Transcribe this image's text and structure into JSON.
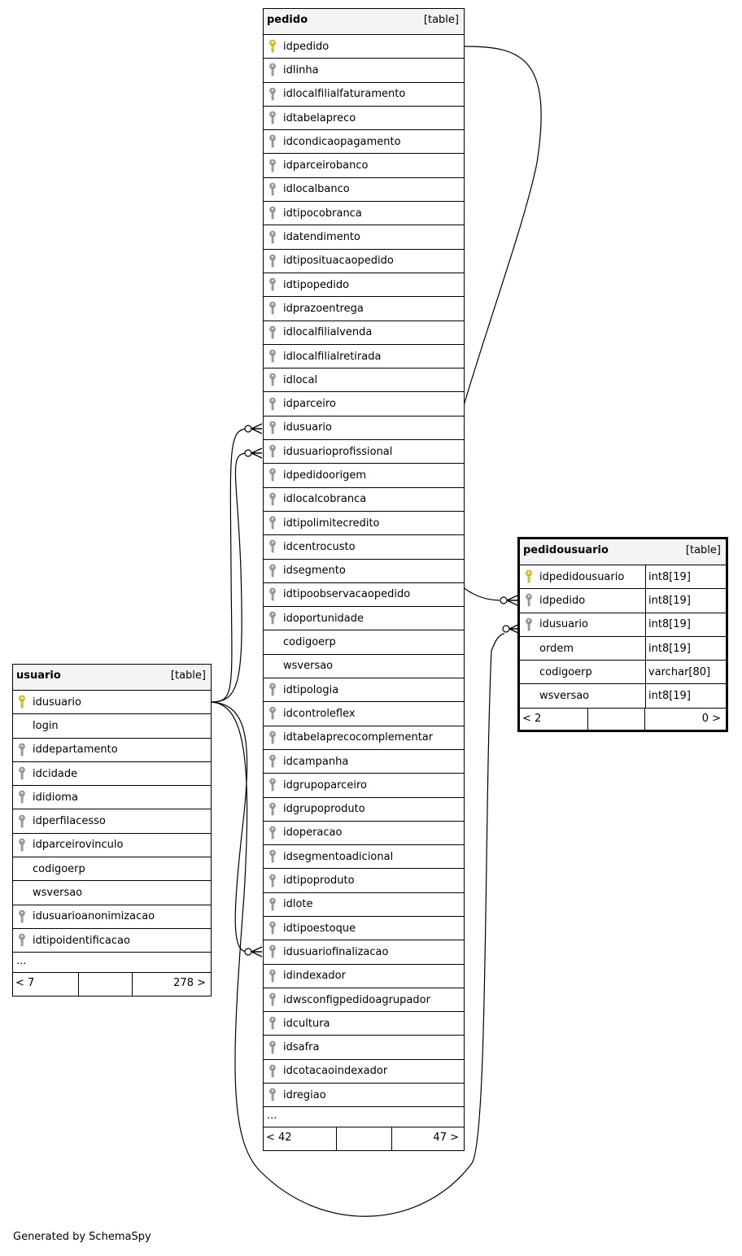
{
  "tables": {
    "pedido": {
      "name": "pedido",
      "kind": "[table]",
      "columns": [
        {
          "name": "idpedido",
          "key": "primary"
        },
        {
          "name": "idlinha",
          "key": "foreign"
        },
        {
          "name": "idlocalfilialfaturamento",
          "key": "foreign"
        },
        {
          "name": "idtabelapreco",
          "key": "foreign"
        },
        {
          "name": "idcondicaopagamento",
          "key": "foreign"
        },
        {
          "name": "idparceirobanco",
          "key": "foreign"
        },
        {
          "name": "idlocalbanco",
          "key": "foreign"
        },
        {
          "name": "idtipocobranca",
          "key": "foreign"
        },
        {
          "name": "idatendimento",
          "key": "foreign"
        },
        {
          "name": "idtiposituacaopedido",
          "key": "foreign"
        },
        {
          "name": "idtipopedido",
          "key": "foreign"
        },
        {
          "name": "idprazoentrega",
          "key": "foreign"
        },
        {
          "name": "idlocalfilialvenda",
          "key": "foreign"
        },
        {
          "name": "idlocalfilialretirada",
          "key": "foreign"
        },
        {
          "name": "idlocal",
          "key": "foreign"
        },
        {
          "name": "idparceiro",
          "key": "foreign"
        },
        {
          "name": "idusuario",
          "key": "foreign"
        },
        {
          "name": "idusuarioprofissional",
          "key": "foreign"
        },
        {
          "name": "idpedidoorigem",
          "key": "foreign"
        },
        {
          "name": "idlocalcobranca",
          "key": "foreign"
        },
        {
          "name": "idtipolimitecredito",
          "key": "foreign"
        },
        {
          "name": "idcentrocusto",
          "key": "foreign"
        },
        {
          "name": "idsegmento",
          "key": "foreign"
        },
        {
          "name": "idtipoobservacaopedido",
          "key": "foreign"
        },
        {
          "name": "idoportunidade",
          "key": "foreign"
        },
        {
          "name": "codigoerp",
          "key": "none"
        },
        {
          "name": "wsversao",
          "key": "none"
        },
        {
          "name": "idtipologia",
          "key": "foreign"
        },
        {
          "name": "idcontroleflex",
          "key": "foreign"
        },
        {
          "name": "idtabelaprecocomplementar",
          "key": "foreign"
        },
        {
          "name": "idcampanha",
          "key": "foreign"
        },
        {
          "name": "idgrupoparceiro",
          "key": "foreign"
        },
        {
          "name": "idgrupoproduto",
          "key": "foreign"
        },
        {
          "name": "idoperacao",
          "key": "foreign"
        },
        {
          "name": "idsegmentoadicional",
          "key": "foreign"
        },
        {
          "name": "idtipoproduto",
          "key": "foreign"
        },
        {
          "name": "idlote",
          "key": "foreign"
        },
        {
          "name": "idtipoestoque",
          "key": "foreign"
        },
        {
          "name": "idusuariofinalizacao",
          "key": "foreign"
        },
        {
          "name": "idindexador",
          "key": "foreign"
        },
        {
          "name": "idwsconfigpedidoagrupador",
          "key": "foreign"
        },
        {
          "name": "idcultura",
          "key": "foreign"
        },
        {
          "name": "idsafra",
          "key": "foreign"
        },
        {
          "name": "idcotacaoindexador",
          "key": "foreign"
        },
        {
          "name": "idregiao",
          "key": "foreign"
        }
      ],
      "more": "...",
      "footer": {
        "left": "< 42",
        "mid": "",
        "right": "47 >"
      }
    },
    "usuario": {
      "name": "usuario",
      "kind": "[table]",
      "columns": [
        {
          "name": "idusuario",
          "key": "primary"
        },
        {
          "name": "login",
          "key": "none"
        },
        {
          "name": "iddepartamento",
          "key": "foreign"
        },
        {
          "name": "idcidade",
          "key": "foreign"
        },
        {
          "name": "ididioma",
          "key": "foreign"
        },
        {
          "name": "idperfilacesso",
          "key": "foreign"
        },
        {
          "name": "idparceirovinculo",
          "key": "foreign"
        },
        {
          "name": "codigoerp",
          "key": "none"
        },
        {
          "name": "wsversao",
          "key": "none"
        },
        {
          "name": "idusuarioanonimizacao",
          "key": "foreign"
        },
        {
          "name": "idtipoidentificacao",
          "key": "foreign"
        }
      ],
      "more": "...",
      "footer": {
        "left": "< 7",
        "mid": "",
        "right": "278 >"
      }
    },
    "pedidousuario": {
      "name": "pedidousuario",
      "kind": "[table]",
      "columns": [
        {
          "name": "idpedidousuario",
          "key": "primary",
          "type": "int8[19]"
        },
        {
          "name": "idpedido",
          "key": "foreign",
          "type": "int8[19]"
        },
        {
          "name": "idusuario",
          "key": "foreign",
          "type": "int8[19]"
        },
        {
          "name": "ordem",
          "key": "none",
          "type": "int8[19]"
        },
        {
          "name": "codigoerp",
          "key": "none",
          "type": "varchar[80]"
        },
        {
          "name": "wsversao",
          "key": "none",
          "type": "int8[19]"
        }
      ],
      "footer": {
        "left": "< 2",
        "mid": "",
        "right": "0 >"
      }
    }
  },
  "colors": {
    "primary_key": "#e8d800",
    "foreign_key": "#a0a0a0",
    "header_bg": "#f4f4f4"
  },
  "icons": {
    "primary": "key-icon",
    "foreign": "key-icon"
  },
  "footer_text": "Generated by SchemaSpy"
}
